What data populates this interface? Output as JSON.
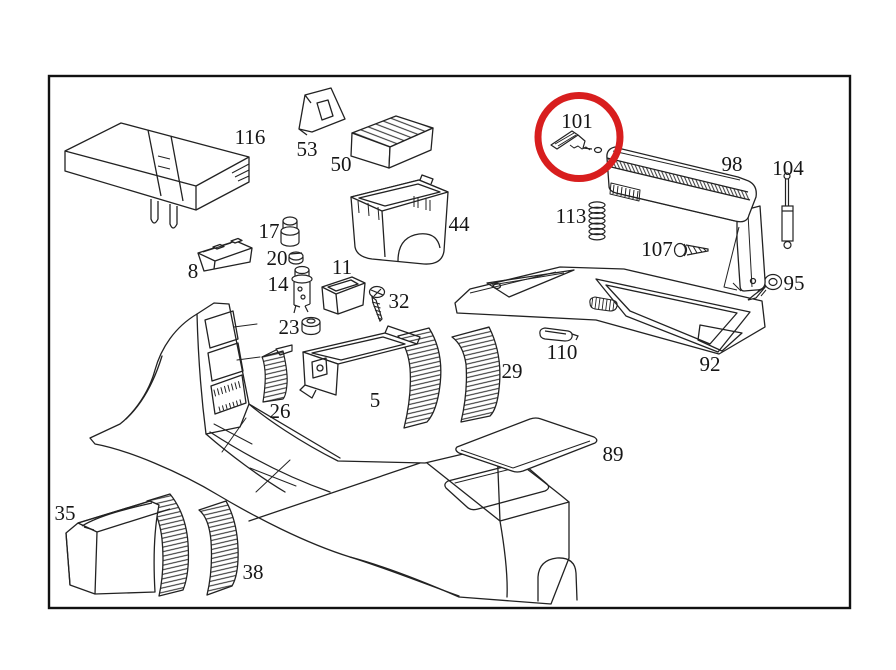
{
  "diagram": {
    "kind": "exploded-parts-diagram",
    "background": "#ffffff",
    "line_color": "#222222",
    "border_color": "#111111",
    "highlight": {
      "part_label": "101",
      "color": "#d81e1e",
      "shape": "circle"
    }
  },
  "parts": [
    {
      "label": "116"
    },
    {
      "label": "53"
    },
    {
      "label": "50"
    },
    {
      "label": "44"
    },
    {
      "label": "8"
    },
    {
      "label": "17"
    },
    {
      "label": "20"
    },
    {
      "label": "14"
    },
    {
      "label": "11"
    },
    {
      "label": "32"
    },
    {
      "label": "23"
    },
    {
      "label": "26"
    },
    {
      "label": "5"
    },
    {
      "label": "29"
    },
    {
      "label": "35"
    },
    {
      "label": "38"
    },
    {
      "label": "89"
    },
    {
      "label": "92"
    },
    {
      "label": "110"
    },
    {
      "label": "113"
    },
    {
      "label": "107"
    },
    {
      "label": "95"
    },
    {
      "label": "98"
    },
    {
      "label": "104"
    },
    {
      "label": "101"
    }
  ]
}
